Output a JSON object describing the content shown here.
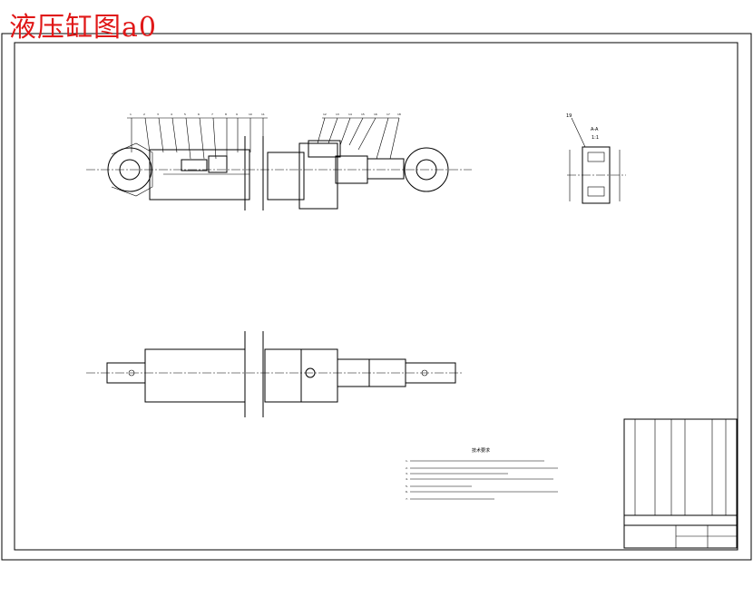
{
  "drawing": {
    "title": "液压缸图a0"
  },
  "colors": {
    "title": "#e01818",
    "lines": "#000000",
    "background": "#ffffff"
  },
  "notes": {
    "heading": "技术要求",
    "items": [
      "1.",
      "2.",
      "3.",
      "4.",
      "5.",
      "6.",
      "7."
    ]
  },
  "balloons": {
    "left_group": [
      "1",
      "2",
      "3",
      "4",
      "5",
      "6",
      "7",
      "8",
      "9",
      "10",
      "11"
    ],
    "right_group": [
      "12",
      "13",
      "14",
      "15",
      "16",
      "17",
      "18"
    ],
    "detail": "19"
  },
  "detail_view": {
    "section_label": "A-A",
    "scale_label": "1:1"
  }
}
